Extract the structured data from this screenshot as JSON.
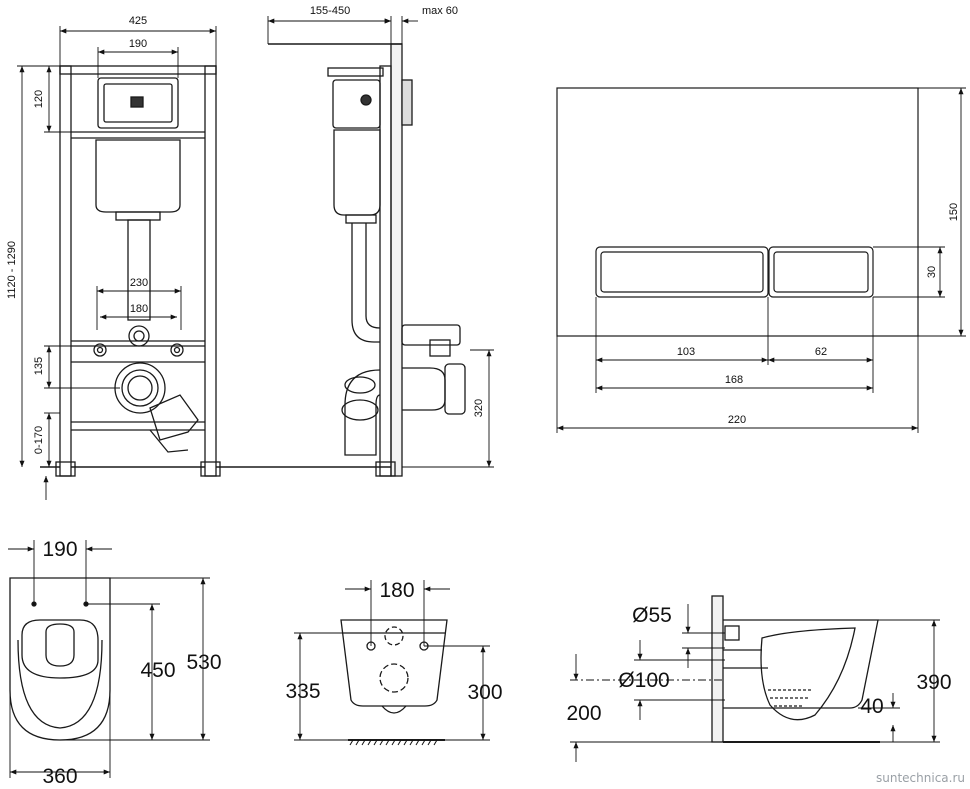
{
  "frame_top": {
    "width": "425",
    "plate_width": "190",
    "height_top": "120",
    "height_range": "1120 - 1290",
    "bolt_outer": "230",
    "bolt_inner": "180",
    "drain_height": "135",
    "floor_adjust": "0-170"
  },
  "frame_side": {
    "wall_depth": "155-450",
    "max_depth": "max 60",
    "outlet_height": "320"
  },
  "flush_plate": {
    "height": "150",
    "button_height": "30",
    "left_button": "103",
    "right_button": "62",
    "buttons_total": "168",
    "width": "220"
  },
  "bowl_top": {
    "hole_spacing": "190",
    "inner_length": "450",
    "outer_length": "530",
    "width": "360"
  },
  "bowl_rear": {
    "hole_spacing": "180",
    "height_left": "335",
    "height_right": "300"
  },
  "bowl_side": {
    "inlet_diameter": "Ø55",
    "outlet_diameter": "Ø100",
    "outlet_height": "200",
    "height": "390",
    "rim_depth": "40"
  },
  "watermark": "suntechnica.ru",
  "colors": {
    "line": "#1a1a1a",
    "accent": "#111111"
  }
}
